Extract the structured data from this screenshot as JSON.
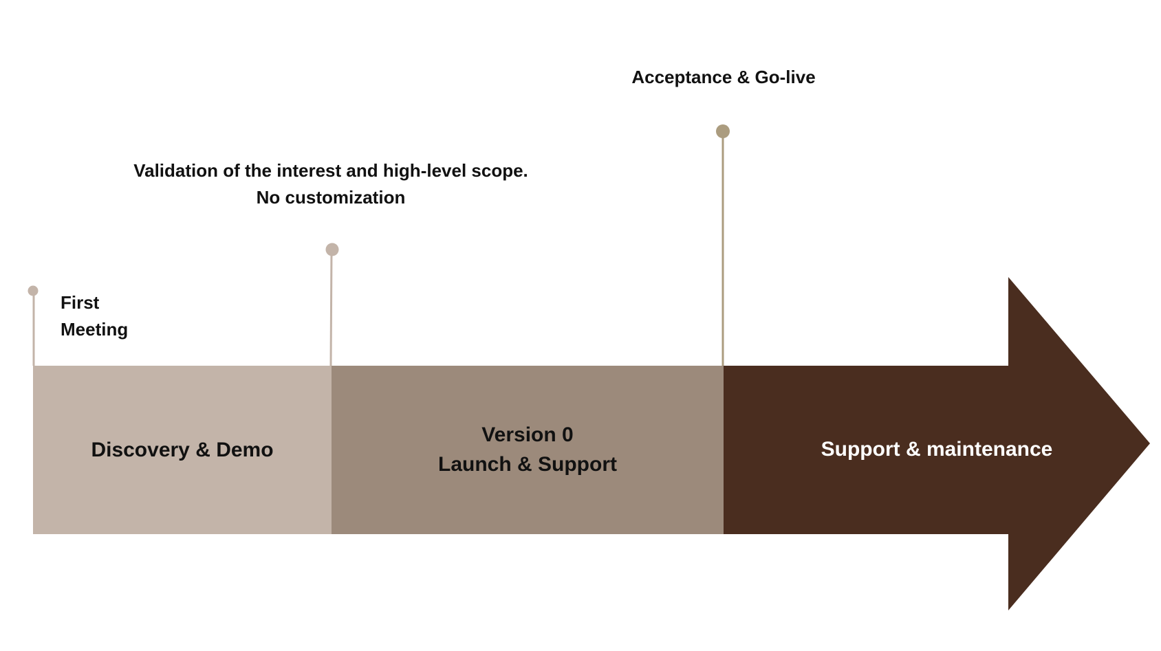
{
  "milestones": {
    "first_meeting": {
      "line1": "First",
      "line2": "Meeting"
    },
    "validation": {
      "line1": "Validation of the interest and high-level scope.",
      "line2": "No customization"
    },
    "acceptance": {
      "label": "Acceptance & Go-live"
    }
  },
  "phases": {
    "discovery": {
      "label": "Discovery & Demo"
    },
    "version0": {
      "line1": "Version 0",
      "line2": "Launch & Support"
    },
    "support": {
      "label": "Support & maintenance"
    }
  },
  "colors": {
    "discovery_fill": "#C3B4A9",
    "version0_fill": "#9C8A7B",
    "support_fill": "#4A2D1F",
    "first_meeting_marker": "#C3B4A9",
    "validation_marker": "#C3B4A9",
    "acceptance_marker": "#AB9C7F",
    "dark_text": "#111111",
    "light_text": "#FFFFFF"
  }
}
